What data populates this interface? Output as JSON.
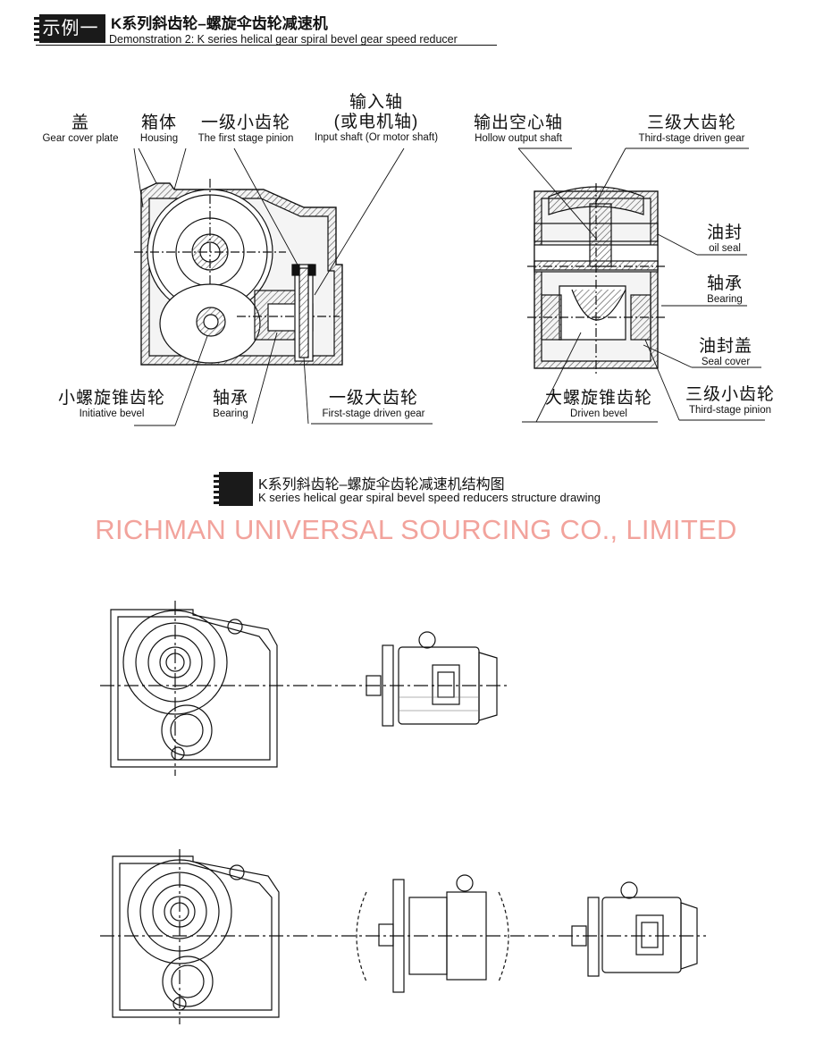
{
  "header": {
    "badge": "示例一",
    "title_cn": "K系列斜齿轮–螺旋伞齿轮减速机",
    "title_en": "Demonstration 2:  K series helical gear spiral bevel gear speed reducer"
  },
  "left_diagram": {
    "labels": [
      {
        "cn": "盖",
        "en": "Gear cover plate"
      },
      {
        "cn": "箱体",
        "en": "Housing"
      },
      {
        "cn": "一级小齿轮",
        "en": "The first stage pinion"
      },
      {
        "cn": "输入轴\n(或电机轴)",
        "en": "Input shaft (Or motor shaft)"
      },
      {
        "cn": "小螺旋锥齿轮",
        "en": "Initiative bevel"
      },
      {
        "cn": "轴承",
        "en": "Bearing"
      },
      {
        "cn": "一级大齿轮",
        "en": "First-stage driven gear"
      }
    ]
  },
  "right_diagram": {
    "labels": [
      {
        "cn": "输出空心轴",
        "en": "Hollow output shaft"
      },
      {
        "cn": "三级大齿轮",
        "en": "Third-stage driven gear"
      },
      {
        "cn": "油封",
        "en": "oil seal"
      },
      {
        "cn": "轴承",
        "en": "Bearing"
      },
      {
        "cn": "油封盖",
        "en": "Seal cover"
      },
      {
        "cn": "大螺旋锥齿轮",
        "en": "Driven bevel"
      },
      {
        "cn": "三级小齿轮",
        "en": "Third-stage pinion"
      }
    ]
  },
  "section2": {
    "title_cn": "K系列斜齿轮–螺旋伞齿轮减速机结构图",
    "title_en": "K series helical gear spiral bevel  speed reducers structure drawing"
  },
  "watermark": "RICHMAN UNIVERSAL SOURCING CO., LIMITED",
  "colors": {
    "ink": "#111111",
    "hatch": "#555555",
    "watermark": "#f2a39c",
    "badge_bg": "#1a1a1a"
  }
}
